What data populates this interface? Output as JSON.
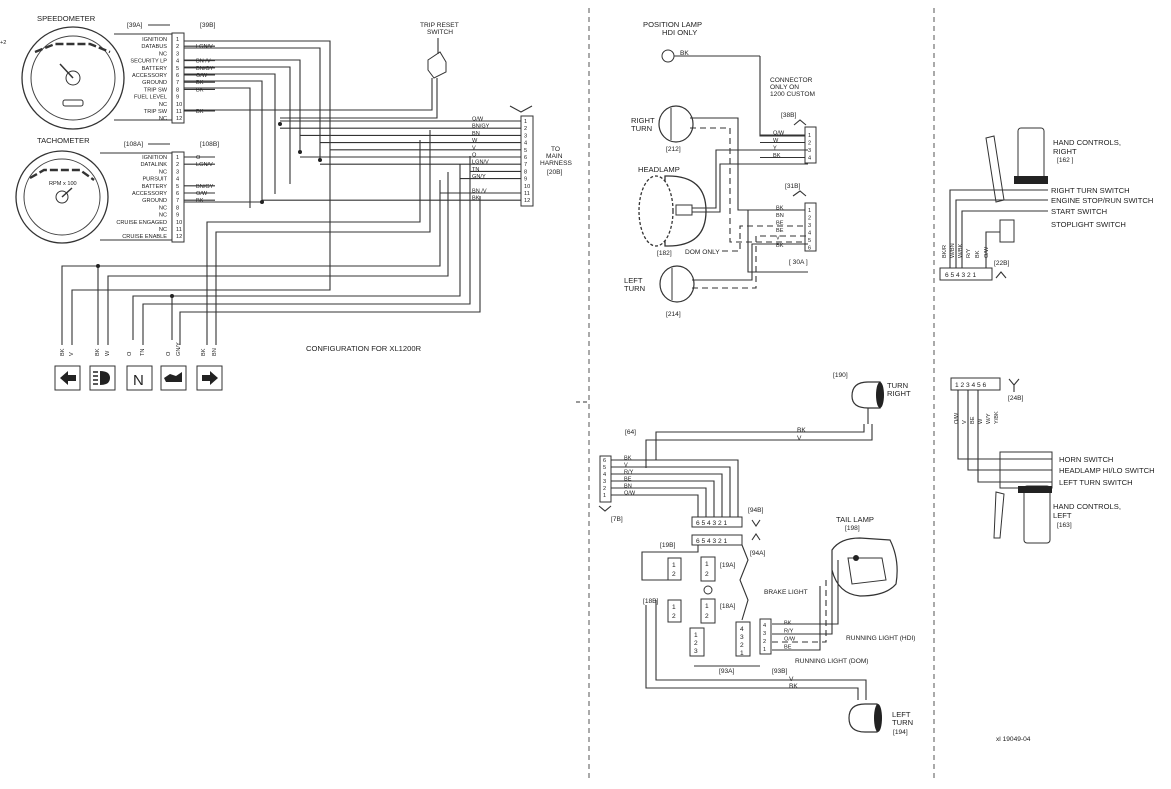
{
  "speedometer": {
    "title": "SPEEDOMETER",
    "ref_a": "[39A]",
    "ref_b": "[39B]",
    "pins": [
      "IGNITION",
      "DATABUS",
      "NC",
      "SECURITY LP",
      "BATTERY",
      "ACCESSORY",
      "GROUND",
      "TRIP SW",
      "FUEL LEVEL",
      "NC",
      "TRIP SW",
      "NC"
    ],
    "wires": [
      "",
      "LGN/V",
      "",
      "BN /V",
      "BN/GY",
      "O/W",
      "BK",
      "BK",
      "",
      "",
      "BK",
      ""
    ]
  },
  "tachometer": {
    "title": "TACHOMETER",
    "ref_a": "[108A]",
    "ref_b": "[108B]",
    "dial_label": "RPM x 100",
    "pins": [
      "IGNITION",
      "DATALINK",
      "NC",
      "PURSUIT",
      "BATTERY",
      "ACCESSORY",
      "GROUND",
      "NC",
      "NC",
      "CRUISE ENGAGED",
      "NC",
      "CRUISE ENABLE"
    ],
    "wires": [
      "O",
      "LGN/V",
      "",
      "",
      "BN/GY",
      "O/W",
      "BK",
      "",
      "",
      "",
      "",
      ""
    ]
  },
  "trip_reset": {
    "line1": "TRIP RESET",
    "line2": "SWITCH"
  },
  "main_harness": {
    "label_lines": [
      "TO",
      "MAIN",
      "HARNESS",
      "[20B]"
    ],
    "wires": [
      "O/W",
      "BN/GY",
      "BN",
      "W",
      "V",
      "O",
      "LGN/V",
      "TN",
      "GN/Y",
      "",
      "BN /V",
      "BK"
    ]
  },
  "indicators": {
    "wire_labels": [
      "BK",
      "V",
      "BK",
      "W",
      "O",
      "TN",
      "O",
      "GN/Y",
      "BK",
      "BN"
    ],
    "icons": [
      "left-turn-icon",
      "high-beam-icon",
      "neutral-icon",
      "oil-pressure-icon",
      "right-turn-icon"
    ],
    "neutral_letter": "N"
  },
  "configuration_label": "CONFIGURATION FOR XL1200R",
  "position_lamp": {
    "line1": "POSITION LAMP",
    "line2": "HDI ONLY",
    "wire": "BK"
  },
  "connector_note": [
    "CONNECTOR",
    "ONLY ON",
    "1200 CUSTOM"
  ],
  "ref_38b": "[38B]",
  "conn_38b": {
    "pins": [
      "1",
      "2",
      "3",
      "4"
    ],
    "wires": [
      "O/W",
      "W",
      "Y",
      "BK"
    ]
  },
  "right_turn": {
    "line1": "RIGHT",
    "line2": "TURN",
    "ref": "[212]"
  },
  "headlamp": {
    "title": "HEADLAMP",
    "ref": "[182]",
    "dom_only": "DOM ONLY"
  },
  "ref_31b": "[31B]",
  "ref_30a": "[ 30A ]",
  "conn_31b": {
    "pins": [
      "1",
      "2",
      "3",
      "4",
      "5",
      "6"
    ],
    "wires": [
      "BK",
      "BN",
      "BE",
      "BE",
      "V",
      "BK"
    ]
  },
  "left_turn": {
    "line1": "LEFT",
    "line2": "TURN",
    "ref": "[214]"
  },
  "right_hand_controls": {
    "title_lines": [
      "HAND CONTROLS,",
      "RIGHT",
      "[162 ]"
    ],
    "switches": [
      "RIGHT TURN SWITCH",
      "ENGINE STOP/RUN SWITCH",
      "START SWITCH",
      "STOPLIGHT SWITCH"
    ],
    "wires": [
      "BK/R",
      "W/BN",
      "W/BK",
      "R/Y",
      "BK",
      "O/W"
    ],
    "pins": "6 5 4 3 2 1",
    "ref": "[22B]"
  },
  "left_hand_controls": {
    "pins": "1 2 3 4 5 6",
    "ref": "[24B]",
    "wires": [
      "O/W",
      "V",
      "BE",
      "W",
      "W/Y",
      "Y/BK"
    ],
    "switches": [
      "HORN SWITCH",
      "HEADLAMP HI/LO SWITCH",
      "LEFT TURN SWITCH"
    ],
    "title_lines": [
      "HAND CONTROLS,",
      "LEFT",
      "[163]"
    ]
  },
  "turn_right_rear": {
    "ref": "[190]",
    "line1": "TURN",
    "line2": "RIGHT"
  },
  "ref_64": "[64]",
  "rear_wires_top": [
    "BK",
    "V"
  ],
  "conn_7b": {
    "ref": "[7B]",
    "pins": [
      "6",
      "5",
      "4",
      "3",
      "2",
      "1"
    ],
    "wires": [
      "BK",
      "V",
      "R/Y",
      "BE",
      "BN",
      "O/W"
    ]
  },
  "conn_94": {
    "pins": "6 5 4 3 2 1",
    "ref_b": "[94B]",
    "ref_a": "[94A]"
  },
  "ref_19b": "[19B]",
  "ref_19a": "[19A]",
  "ref_18b": "[18B]",
  "ref_18a": "[18A]",
  "ref_93a": "[93A]",
  "ref_93b": "[93B]",
  "tail_lamp": {
    "title": "TAIL LAMP",
    "ref": "[198]",
    "brake": "BRAKE LIGHT",
    "running_hdi": "RUNNING LIGHT (HDI)",
    "running_dom": "RUNNING LIGHT (DOM)"
  },
  "conn_tail": {
    "pins": [
      "4",
      "3",
      "2",
      "1"
    ],
    "wires": [
      "BK",
      "R/Y",
      "O/W",
      "BE"
    ]
  },
  "rear_wires_bottom": [
    "V",
    "BK"
  ],
  "left_turn_rear": {
    "line1": "LEFT",
    "line2": "TURN",
    "ref": "[194]"
  },
  "figure_id": "xl 19049-04",
  "edge_note": "+2"
}
